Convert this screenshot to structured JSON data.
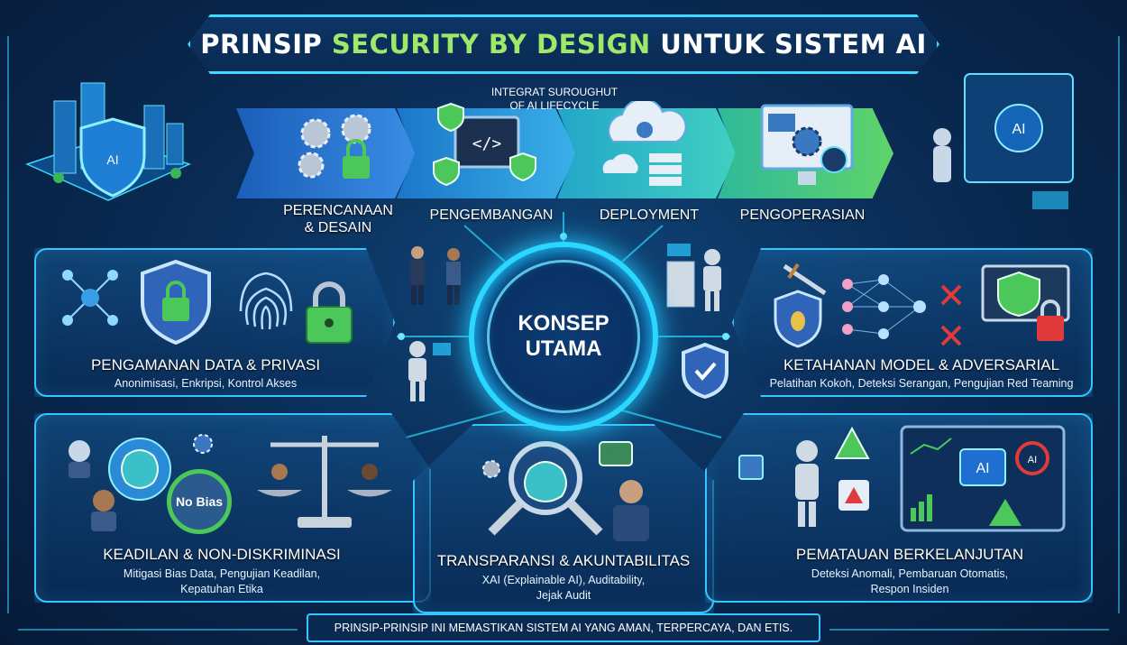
{
  "title": {
    "part1": "PRINSIP ",
    "accent": "SECURITY BY DESIGN",
    "part2": " UNTUK SISTEM AI"
  },
  "lifecycle_note": "INTEGRAT SUROUGHUT\nOF AI LIFECYCLE",
  "steps": [
    {
      "label": "PERENCANAAN\n& DESAIN"
    },
    {
      "label": "PENGEMBANGAN"
    },
    {
      "label": "DEPLOYMENT"
    },
    {
      "label": "PENGOPERASIAN"
    }
  ],
  "hub": {
    "line1": "KONSEP",
    "line2": "UTAMA"
  },
  "panels": {
    "data_privacy": {
      "title": "PENGAMANAN DATA & PRIVASI",
      "sub": "Anonimisasi, Enkripsi, Kontrol Akses"
    },
    "model_robustness": {
      "title": "KETAHANAN MODEL & ADVERSARIAL",
      "sub": "Pelatihan Kokoh, Deteksi Serangan, Pengujian Red Teaming"
    },
    "fairness": {
      "title": "KEADILAN & NON-DISKRIMINASI",
      "sub": "Mitigasi Bias Data, Pengujian Keadilan,\nKepatuhan Etika",
      "badge": "No Bias"
    },
    "transparency": {
      "title": "TRANSPARANSI & AKUNTABILITAS",
      "sub": "XAI (Explainable AI), Auditability,\nJejak Audit"
    },
    "monitoring": {
      "title": "PEMATAUAN BERKELANJUTAN",
      "sub": "Deteksi Anomali, Pembaruan Otomatis,\nRespon Insiden"
    }
  },
  "icon_labels": {
    "ai": "AI"
  },
  "footer": "PRINSIP-PRINSIP INI MEMASTIKAN SISTEM AI YANG AMAN, TERPERCAYA, DAN ETIS.",
  "colors": {
    "accent": "#9ee86a",
    "glow": "#2bd7ff",
    "shield_green": "#4cc85a",
    "alert_red": "#e03a3a"
  }
}
